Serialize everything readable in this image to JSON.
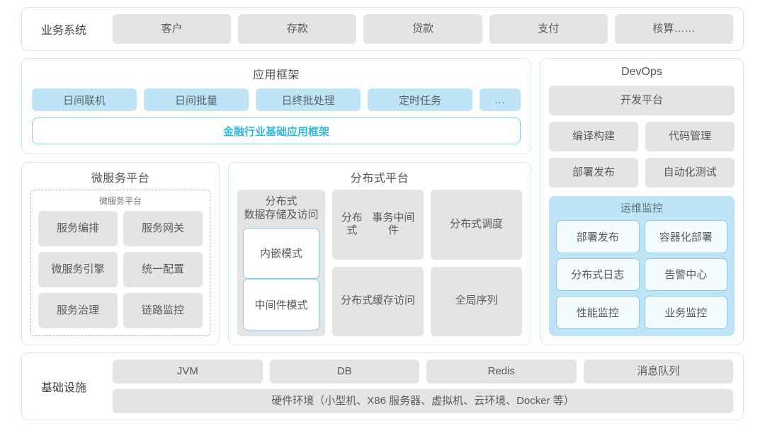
{
  "business_systems": {
    "label": "业务系统",
    "items": [
      "客户",
      "存款",
      "贷款",
      "支付",
      "核算……"
    ]
  },
  "app_framework": {
    "title": "应用框架",
    "items": [
      "日间联机",
      "日间批量",
      "日终批处理",
      "定时任务",
      "..."
    ],
    "highlight_bar": "金融行业基础应用框架"
  },
  "microservice_platform": {
    "title": "微服务平台",
    "sublabel": "微服务平台",
    "items": [
      "服务编排",
      "服务网关",
      "微服务引擎",
      "统一配置",
      "服务治理",
      "链路监控"
    ]
  },
  "distributed_platform": {
    "title": "分布式平台",
    "storage_card": {
      "title": "分布式\n数据存储及访问",
      "title_line1": "分布式",
      "title_line2": "数据存储及访问",
      "modes": [
        "内嵌模式",
        "中间件模式"
      ]
    },
    "items": [
      {
        "line1": "分布式",
        "line2": "事务中间件"
      },
      {
        "line1": "分布式调度",
        "line2": ""
      },
      {
        "line1": "分布式",
        "line2": "缓存访问"
      },
      {
        "line1": "全局序列",
        "line2": ""
      }
    ]
  },
  "devops": {
    "title": "DevOps",
    "platform": "开发平台",
    "items": [
      "编译构建",
      "代码管理",
      "部署发布",
      "自动化测试"
    ],
    "ops_monitor": {
      "title": "运维监控",
      "items": [
        "部署发布",
        "容器化部署",
        "分布式日志",
        "告警中心",
        "性能监控",
        "业务监控"
      ]
    }
  },
  "infrastructure": {
    "label": "基础设施",
    "items": [
      "JVM",
      "DB",
      "Redis",
      "消息队列"
    ],
    "hardware": "硬件环境（小型机、X86 服务器、虚拟机、云环境、Docker 等）"
  },
  "colors": {
    "panel_border": "#d4ebe9",
    "gray_tile": "#e4e4e4",
    "blue_tile": "#bfe4f6",
    "accent_cyan": "#35b7d8",
    "blue_border": "#8fcbe8"
  }
}
